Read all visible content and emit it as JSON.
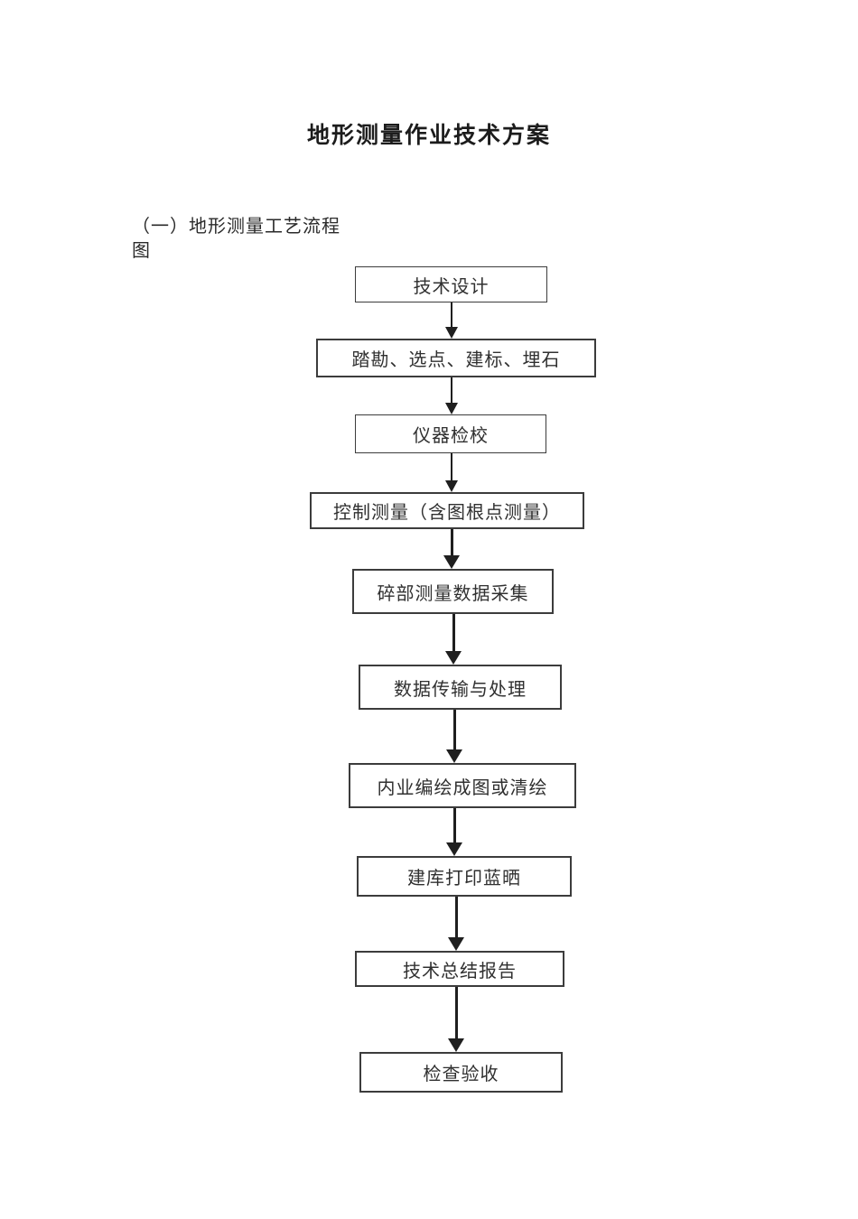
{
  "document": {
    "title": "地形测量作业技术方案",
    "section_heading": "（一）地形测量工艺流程\n图"
  },
  "flowchart": {
    "nodes": [
      {
        "label": "技术设计"
      },
      {
        "label": "踏勘、选点、建标、埋石"
      },
      {
        "label": "仪器检校"
      },
      {
        "label": "控制测量（含图根点测量）"
      },
      {
        "label": "碎部测量数据采集"
      },
      {
        "label": "数据传输与处理"
      },
      {
        "label": "内业编绘成图或清绘"
      },
      {
        "label": "建库打印蓝晒"
      },
      {
        "label": "技术总结报告"
      },
      {
        "label": "检查验收"
      }
    ],
    "colors": {
      "page_background": "#ffffff",
      "box_border": "#3c3c3c",
      "text": "#2f2f2f",
      "arrow": "#1f1f1f"
    }
  }
}
